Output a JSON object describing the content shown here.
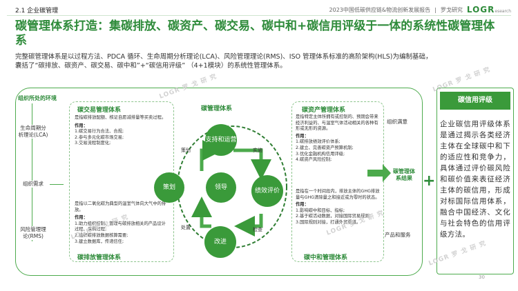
{
  "header": {
    "report_title": "2023中国低碳供应链&物流创新发展报告",
    "separator": "|",
    "org": "罗戈研究",
    "logo_main": "LOGR",
    "logo_sub": "esearch"
  },
  "section": "2.1 企业碳管理",
  "title": "碳管理体系打造：集碳排放、碳资产、碳交易、碳中和+碳信用评级于一体的系统性碳管理体系",
  "intro": "完整碳管理体系是以过程方法、PDCA 循环、生命周期分析理论(LCA)、风险管理理论(RMS)、ISO 管理体系标准的高阶架构(HLS)为编制基础，囊括了“碳排放、碳资产、碳交易、碳中和”+“碳信用评级” （4+1模块）的系统性管理体系。",
  "diagram": {
    "env_label": "组织所处的环境",
    "left_items": [
      "生命周期分析理论(LCA)",
      "组织需求",
      "风险管理理论(RMS)"
    ],
    "center_title": "碳管理体系",
    "trade": {
      "title": "碳交易管理体系",
      "desc": "是指碳排放配额、核证自愿减排量等买卖过程。",
      "role_label": "作用：",
      "roles": [
        "1.碳交易行为合法、合规;",
        "2.参与多元化碳市场交易;",
        "3.交易流程制度化;"
      ]
    },
    "emission": {
      "title": "碳排放管理体系",
      "desc": "是指以二氧化碳为典型的温室气体向大气中的排放。",
      "role_label": "作用：",
      "roles": [
        "1.助力组织控制、管理与碳排放相关的产品设计过程、采购过程;",
        "2.组织碳排放数据核算需要;",
        "3.建立数据库，传递信任;"
      ]
    },
    "asset": {
      "title": "碳资产管理体系",
      "desc": "是指特定主体所拥有或控制的、预期会带来经济利益的、与温室气体活动相关的各种有形或无形的资源。",
      "role_label": "作用：",
      "roles": [
        "1.碳排放绩效评价体系;",
        "2.建立、完善碳资产预算机制;",
        "3.优化金融机构信用评级;",
        "4.碳资产风险控制;"
      ]
    },
    "neutral": {
      "title": "碳中和管理体系",
      "desc": "是指在一个时间段内，排放主体的GHG排放量与GHG清除量之和接近或为零时的状态。",
      "role_label": "作用：",
      "roles": [
        "1.影响碳中和目标、指标;",
        "2.基于碳活动数据，对接国际贸易规则;",
        "3.国际规则对接，打通外贸渠道。"
      ]
    },
    "cycle": {
      "support": "支持和运营",
      "perf": "绩效评价",
      "improve": "改进",
      "plan": "策划",
      "lead": "领导",
      "a_plan": "策划",
      "a_impl": "实施",
      "a_check": "检查",
      "a_act": "处置"
    },
    "right_items": {
      "satisfy": "组织满意",
      "result": "碳管理体系结果",
      "products": "产品和服务"
    }
  },
  "plus": "+",
  "credit": {
    "title": "碳信用评级",
    "body": "企业碳信用评级体系是通过揭示各类经济主体在全球碳中和下的适应性和竞争力，具体通过评价碳风险和碳价值来表征经济主体的碳信用，形成对标国际信用体系，融合中国经济、文化与社会特色的信用评级方法。"
  },
  "page_number": "30",
  "watermark": "LOGR  罗 戈 研 究",
  "colors": {
    "brand_green": "#2e8b3a",
    "circle_green": "#3a9a3a"
  }
}
